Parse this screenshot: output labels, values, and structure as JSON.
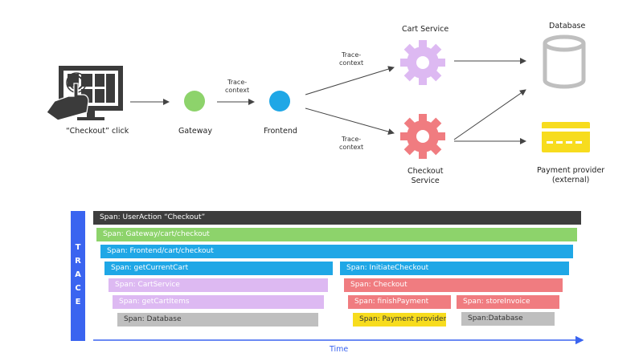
{
  "nodes": {
    "click_label": "“Checkout” click",
    "gateway_label": "Gateway",
    "frontend_label": "Frontend",
    "cart_service_label": "Cart Service",
    "checkout_service_label_1": "Checkout",
    "checkout_service_label_2": "Service",
    "database_label": "Database",
    "payment_label_1": "Payment provider",
    "payment_label_2": "(external)"
  },
  "edges": {
    "trace_context_1_a": "Trace-",
    "trace_context_1_b": "context",
    "trace_context_2_a": "Trace-",
    "trace_context_2_b": "context",
    "trace_context_3_a": "Trace-",
    "trace_context_3_b": "context"
  },
  "colors": {
    "gateway": "#8dd36b",
    "frontend": "#1fa7e6",
    "cart_service": "#ddb9f2",
    "checkout_service": "#f07c80",
    "database": "#bfbfbf",
    "payment": "#f7dc1e",
    "trace_axis": "#3a64f0",
    "root_span": "#3a3a3a"
  },
  "trace": {
    "letters": [
      "T",
      "R",
      "A",
      "C",
      "E"
    ],
    "time_label": "Time",
    "spans": [
      {
        "label": "Span: UserAction “Checkout”",
        "color": "#3d3d3d",
        "text_color": "#ffffff"
      },
      {
        "label": "Span: Gateway/cart/checkout",
        "color": "#8dd36b",
        "text_color": "#ffffff"
      },
      {
        "label": "Span: Frontend/cart/checkout",
        "color": "#1fa7e6",
        "text_color": "#ffffff"
      },
      {
        "label": "Span: getCurrentCart",
        "color": "#1fa7e6",
        "text_color": "#ffffff"
      },
      {
        "label": "Span: InitiateCheckout",
        "color": "#1fa7e6",
        "text_color": "#ffffff"
      },
      {
        "label": "Span: CartService",
        "color": "#ddb9f2",
        "text_color": "#ffffff"
      },
      {
        "label": "Span: Checkout",
        "color": "#f07c80",
        "text_color": "#ffffff"
      },
      {
        "label": "Span: getCartItems",
        "color": "#ddb9f2",
        "text_color": "#ffffff"
      },
      {
        "label": "Span: finishPayment",
        "color": "#f07c80",
        "text_color": "#ffffff"
      },
      {
        "label": "Span: storeInvoice",
        "color": "#f07c80",
        "text_color": "#ffffff"
      },
      {
        "label": "Span: Database",
        "color": "#bfbfbf",
        "text_color": "#333333"
      },
      {
        "label": "Span: Payment provider",
        "color": "#f7dc1e",
        "text_color": "#333333"
      },
      {
        "label": "Span:Database",
        "color": "#bfbfbf",
        "text_color": "#333333"
      }
    ]
  }
}
